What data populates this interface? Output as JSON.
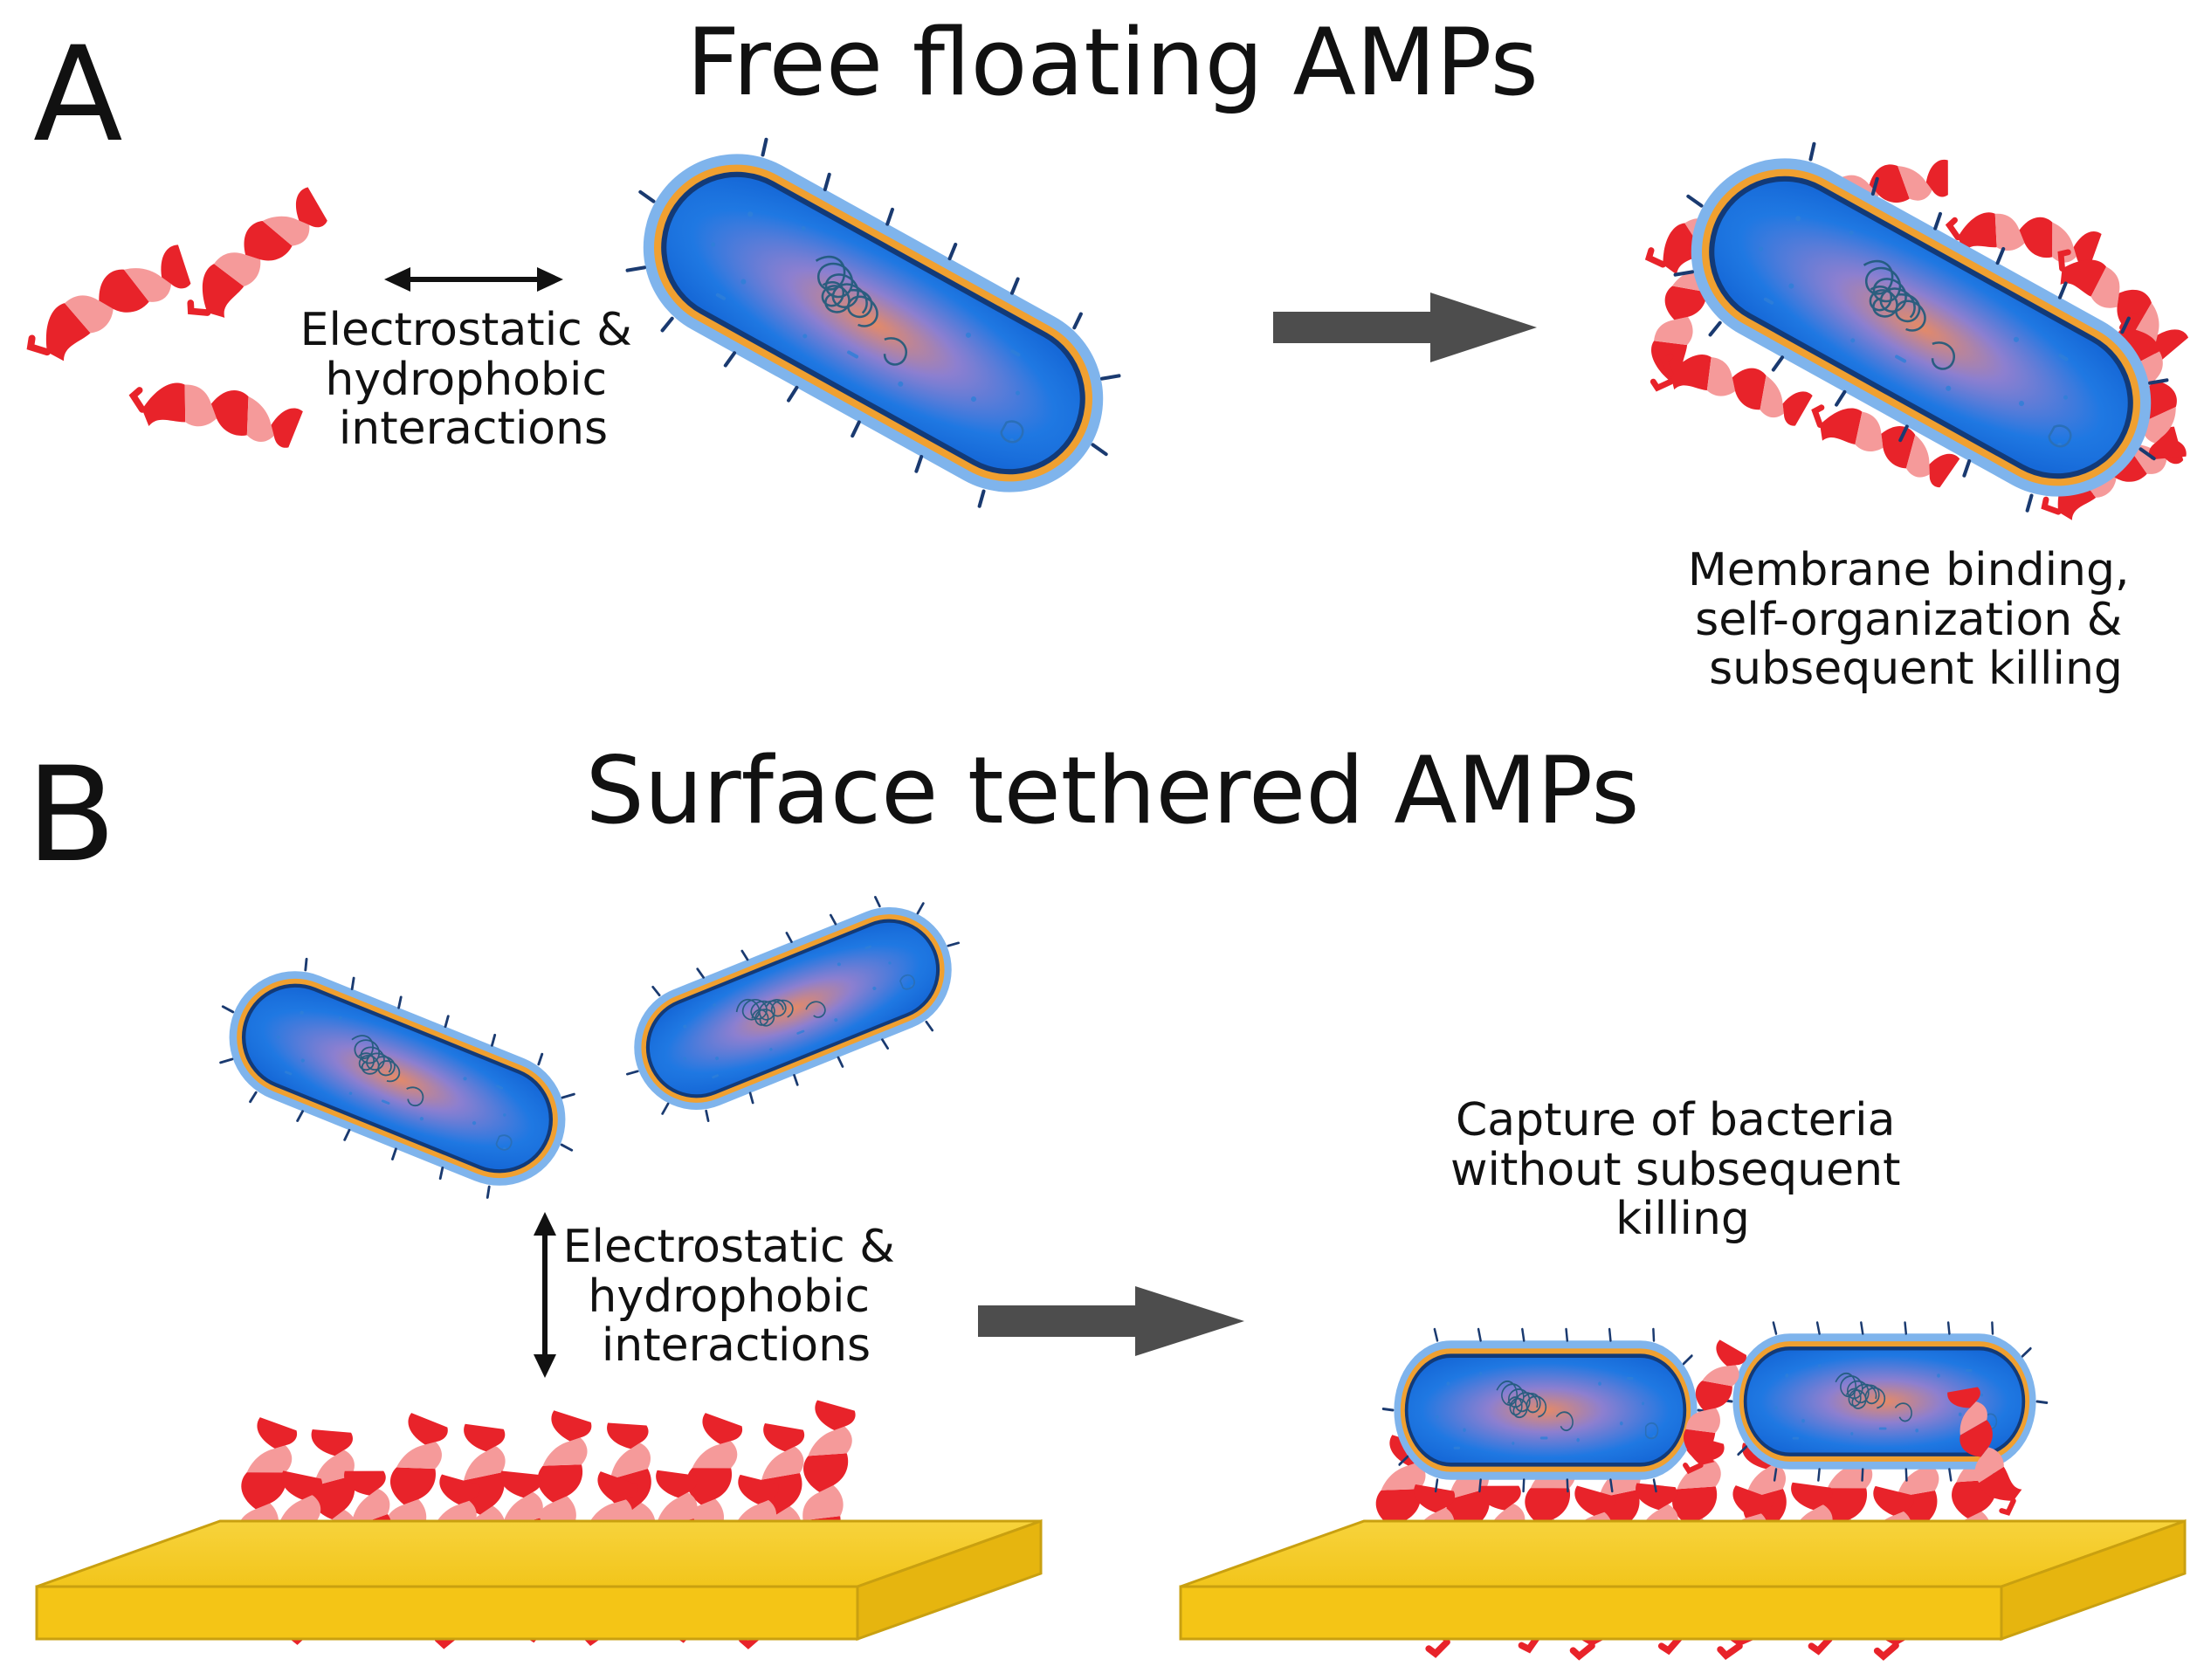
{
  "panel_a": {
    "letter": "A",
    "title": "Free floating AMPs",
    "interaction_label": [
      "Electrostatic &",
      "hydrophobic",
      "interactions"
    ],
    "result_label": [
      "Membrane binding,",
      "self-organization &",
      "subsequent killing"
    ]
  },
  "panel_b": {
    "letter": "B",
    "title": "Surface tethered AMPs",
    "interaction_label": [
      "Electrostatic &",
      "hydrophobic",
      "interactions"
    ],
    "result_label": [
      "Capture of bacteria",
      "without subsequent",
      "killing"
    ]
  },
  "colors": {
    "amp_red": "#e8232a",
    "amp_light": "#f59a9a",
    "cell_blue": "#1670e0",
    "cell_outer": "#7fb4ec",
    "membrane_orange": "#f0a030",
    "surface_yellow": "#f5cc1e",
    "arrow_gray": "#4d4d4d"
  }
}
